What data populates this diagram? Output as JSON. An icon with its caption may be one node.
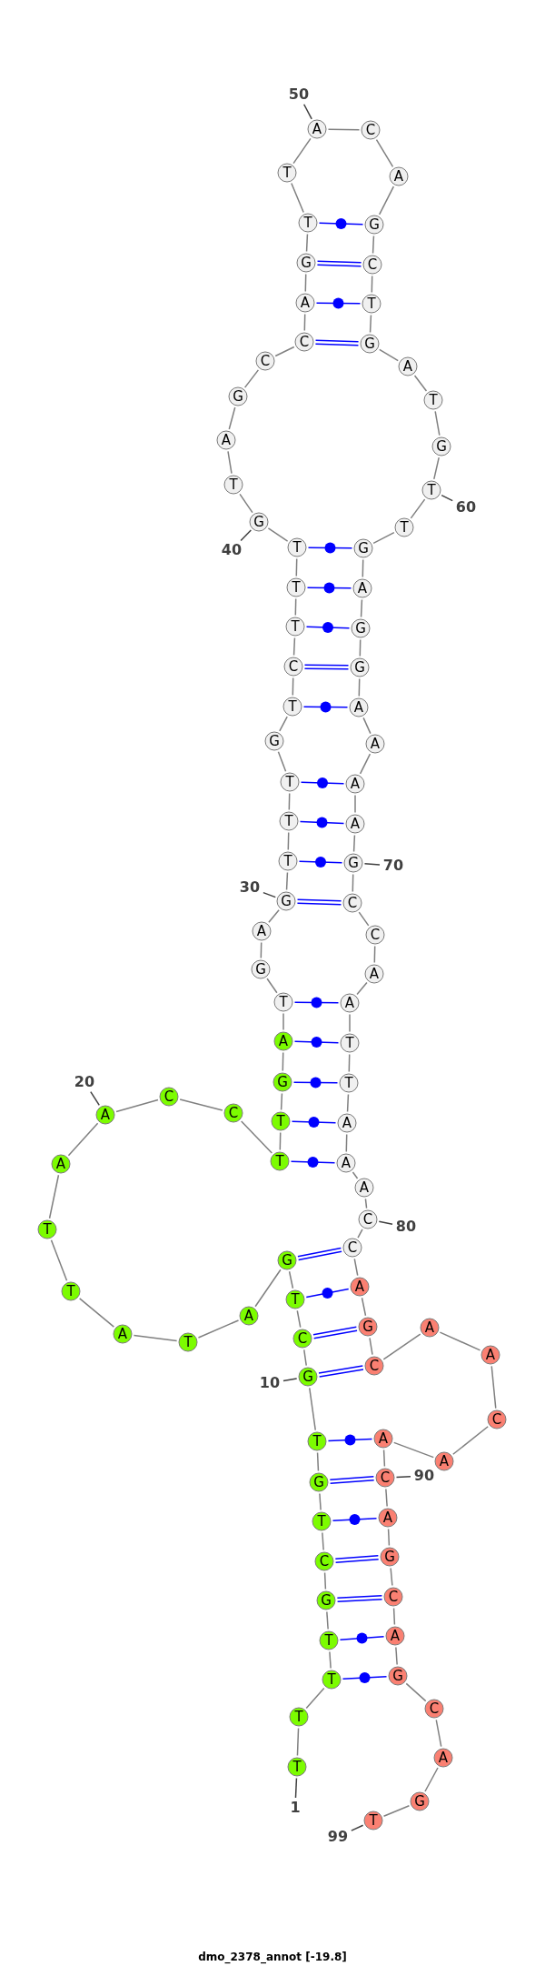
{
  "diagram": {
    "title": "dmo_2378_annot [-19.8]",
    "nodes": [
      {
        "text": [
          "T"
        ]
      },
      {
        "text": [
          "T"
        ]
      },
      {
        "text": [
          "T"
        ]
      },
      {
        "text": [
          "T"
        ]
      },
      {
        "text": [
          "G"
        ]
      },
      {
        "text": [
          "C"
        ]
      },
      {
        "text": [
          "T"
        ]
      },
      {
        "text": [
          "G"
        ]
      },
      {
        "text": [
          "T"
        ]
      },
      {
        "text": [
          "G"
        ]
      },
      {
        "text": [
          "C"
        ]
      },
      {
        "text": [
          "T"
        ]
      },
      {
        "text": [
          "G"
        ]
      },
      {
        "text": [
          "A"
        ]
      },
      {
        "text": [
          "T"
        ]
      },
      {
        "text": [
          "A"
        ]
      },
      {
        "text": [
          "T"
        ]
      },
      {
        "text": [
          "T"
        ]
      },
      {
        "text": [
          "A"
        ]
      },
      {
        "text": [
          "A"
        ]
      },
      {
        "text": [
          "C"
        ]
      },
      {
        "text": [
          "C"
        ]
      },
      {
        "text": [
          "T"
        ]
      },
      {
        "text": [
          "T"
        ]
      },
      {
        "text": [
          "G"
        ]
      },
      {
        "text": [
          "A"
        ]
      },
      {
        "text": [
          "T"
        ]
      },
      {
        "text": [
          "G"
        ]
      },
      {
        "text": [
          "A"
        ]
      },
      {
        "text": [
          "G"
        ]
      },
      {
        "text": [
          "T"
        ]
      },
      {
        "text": [
          "T"
        ]
      },
      {
        "text": [
          "T"
        ]
      },
      {
        "text": [
          "G"
        ]
      },
      {
        "text": [
          "T"
        ]
      },
      {
        "text": [
          "C"
        ]
      },
      {
        "text": [
          "T"
        ]
      },
      {
        "text": [
          "T"
        ]
      },
      {
        "text": [
          "T"
        ]
      },
      {
        "text": [
          "G"
        ]
      },
      {
        "text": [
          "T"
        ]
      },
      {
        "text": [
          "A"
        ]
      },
      {
        "text": [
          "G"
        ]
      },
      {
        "text": [
          "C"
        ]
      },
      {
        "text": [
          "C"
        ]
      },
      {
        "text": [
          "A"
        ]
      },
      {
        "text": [
          "G"
        ]
      },
      {
        "text": [
          "T"
        ]
      },
      {
        "text": [
          "T"
        ]
      },
      {
        "text": [
          "A"
        ]
      },
      {
        "text": [
          "C"
        ]
      },
      {
        "text": [
          "A"
        ]
      },
      {
        "text": [
          "G"
        ]
      },
      {
        "text": [
          "C"
        ]
      },
      {
        "text": [
          "T"
        ]
      },
      {
        "text": [
          "G"
        ]
      },
      {
        "text": [
          "A"
        ]
      },
      {
        "text": [
          "T"
        ]
      },
      {
        "text": [
          "G"
        ]
      },
      {
        "text": [
          "T"
        ]
      },
      {
        "text": [
          "T"
        ]
      },
      {
        "text": [
          "G"
        ]
      },
      {
        "text": [
          "A"
        ]
      },
      {
        "text": [
          "G"
        ]
      },
      {
        "text": [
          "G"
        ]
      },
      {
        "text": [
          "A"
        ]
      },
      {
        "text": [
          "A"
        ]
      },
      {
        "text": [
          "A"
        ]
      },
      {
        "text": [
          "A"
        ]
      },
      {
        "text": [
          "G"
        ]
      },
      {
        "text": [
          "C"
        ]
      },
      {
        "text": [
          "C"
        ]
      },
      {
        "text": [
          "A"
        ]
      },
      {
        "text": [
          "A"
        ]
      },
      {
        "text": [
          "T"
        ]
      },
      {
        "text": [
          "T"
        ]
      },
      {
        "text": [
          "A"
        ]
      },
      {
        "text": [
          "A"
        ]
      },
      {
        "text": [
          "A"
        ]
      },
      {
        "text": [
          "C"
        ]
      },
      {
        "text": [
          "C"
        ]
      },
      {
        "text": [
          "A"
        ]
      },
      {
        "text": [
          "G"
        ]
      },
      {
        "text": [
          "C"
        ]
      },
      {
        "text": [
          "A"
        ]
      },
      {
        "text": [
          "A"
        ]
      },
      {
        "text": [
          "C"
        ]
      },
      {
        "text": [
          "A"
        ]
      },
      {
        "text": [
          "A"
        ]
      },
      {
        "text": [
          "C"
        ]
      },
      {
        "text": [
          "A"
        ]
      },
      {
        "text": [
          "G"
        ]
      },
      {
        "text": [
          "C"
        ]
      },
      {
        "text": [
          "A"
        ]
      },
      {
        "text": [
          "G"
        ]
      },
      {
        "text": [
          "C"
        ]
      },
      {
        "text": [
          "A"
        ]
      },
      {
        "text": [
          "G"
        ]
      },
      {
        "text": [
          "T"
        ]
      },
      {
        "text": [
          "1"
        ]
      },
      {
        "text": [
          "10"
        ]
      },
      {
        "text": [
          "20"
        ]
      },
      {
        "text": [
          "30"
        ]
      },
      {
        "text": [
          "40"
        ]
      },
      {
        "text": [
          "50"
        ]
      },
      {
        "text": [
          "60"
        ]
      },
      {
        "text": [
          "70"
        ]
      },
      {
        "text": [
          "80"
        ]
      },
      {
        "text": [
          "90"
        ]
      },
      {
        "text": [
          "99"
        ]
      }
    ],
    "edges": [
      {
        "from": 0,
        "to": 1,
        "arrow": "none"
      },
      {
        "from": 1,
        "to": 2,
        "arrow": "none"
      },
      {
        "from": 2,
        "to": 3,
        "arrow": "none"
      },
      {
        "from": 3,
        "to": 4,
        "arrow": "none"
      },
      {
        "from": 4,
        "to": 5,
        "arrow": "none"
      },
      {
        "from": 5,
        "to": 6,
        "arrow": "none"
      },
      {
        "from": 6,
        "to": 7,
        "arrow": "none"
      },
      {
        "from": 7,
        "to": 8,
        "arrow": "none"
      },
      {
        "from": 8,
        "to": 9,
        "arrow": "none"
      },
      {
        "from": 9,
        "to": 10,
        "arrow": "none"
      },
      {
        "from": 10,
        "to": 11,
        "arrow": "none"
      },
      {
        "from": 11,
        "to": 12,
        "arrow": "none"
      },
      {
        "from": 12,
        "to": 13,
        "arrow": "none"
      },
      {
        "from": 13,
        "to": 14,
        "arrow": "none"
      },
      {
        "from": 14,
        "to": 15,
        "arrow": "none"
      },
      {
        "from": 15,
        "to": 16,
        "arrow": "none"
      },
      {
        "from": 16,
        "to": 17,
        "arrow": "none"
      },
      {
        "from": 17,
        "to": 18,
        "arrow": "none"
      },
      {
        "from": 18,
        "to": 19,
        "arrow": "none"
      },
      {
        "from": 19,
        "to": 20,
        "arrow": "none"
      },
      {
        "from": 20,
        "to": 21,
        "arrow": "none"
      },
      {
        "from": 21,
        "to": 22,
        "arrow": "none"
      },
      {
        "from": 22,
        "to": 23,
        "arrow": "none"
      },
      {
        "from": 23,
        "to": 24,
        "arrow": "none"
      },
      {
        "from": 24,
        "to": 25,
        "arrow": "none"
      },
      {
        "from": 25,
        "to": 26,
        "arrow": "none"
      },
      {
        "from": 26,
        "to": 27,
        "arrow": "none"
      },
      {
        "from": 27,
        "to": 28,
        "arrow": "none"
      },
      {
        "from": 28,
        "to": 29,
        "arrow": "none"
      },
      {
        "from": 29,
        "to": 30,
        "arrow": "none"
      },
      {
        "from": 30,
        "to": 31,
        "arrow": "none"
      },
      {
        "from": 31,
        "to": 32,
        "arrow": "none"
      },
      {
        "from": 32,
        "to": 33,
        "arrow": "none"
      },
      {
        "from": 33,
        "to": 34,
        "arrow": "none"
      },
      {
        "from": 34,
        "to": 35,
        "arrow": "none"
      },
      {
        "from": 35,
        "to": 36,
        "arrow": "none"
      },
      {
        "from": 36,
        "to": 37,
        "arrow": "none"
      },
      {
        "from": 37,
        "to": 38,
        "arrow": "none"
      },
      {
        "from": 38,
        "to": 39,
        "arrow": "none"
      },
      {
        "from": 39,
        "to": 40,
        "arrow": "none"
      },
      {
        "from": 40,
        "to": 41,
        "arrow": "none"
      },
      {
        "from": 41,
        "to": 42,
        "arrow": "none"
      },
      {
        "from": 42,
        "to": 43,
        "arrow": "none"
      },
      {
        "from": 43,
        "to": 44,
        "arrow": "none"
      },
      {
        "from": 44,
        "to": 45,
        "arrow": "none"
      },
      {
        "from": 45,
        "to": 46,
        "arrow": "none"
      },
      {
        "from": 46,
        "to": 47,
        "arrow": "none"
      },
      {
        "from": 47,
        "to": 48,
        "arrow": "none"
      },
      {
        "from": 48,
        "to": 49,
        "arrow": "none"
      },
      {
        "from": 49,
        "to": 50,
        "arrow": "none"
      },
      {
        "from": 50,
        "to": 51,
        "arrow": "none"
      },
      {
        "from": 51,
        "to": 52,
        "arrow": "none"
      },
      {
        "from": 52,
        "to": 53,
        "arrow": "none"
      },
      {
        "from": 53,
        "to": 54,
        "arrow": "none"
      },
      {
        "from": 54,
        "to": 55,
        "arrow": "none"
      },
      {
        "from": 55,
        "to": 56,
        "arrow": "none"
      },
      {
        "from": 56,
        "to": 57,
        "arrow": "none"
      },
      {
        "from": 57,
        "to": 58,
        "arrow": "none"
      },
      {
        "from": 58,
        "to": 59,
        "arrow": "none"
      },
      {
        "from": 59,
        "to": 60,
        "arrow": "none"
      },
      {
        "from": 60,
        "to": 61,
        "arrow": "none"
      },
      {
        "from": 61,
        "to": 62,
        "arrow": "none"
      },
      {
        "from": 62,
        "to": 63,
        "arrow": "none"
      },
      {
        "from": 63,
        "to": 64,
        "arrow": "none"
      },
      {
        "from": 64,
        "to": 65,
        "arrow": "none"
      },
      {
        "from": 65,
        "to": 66,
        "arrow": "none"
      },
      {
        "from": 66,
        "to": 67,
        "arrow": "none"
      },
      {
        "from": 67,
        "to": 68,
        "arrow": "none"
      },
      {
        "from": 68,
        "to": 69,
        "arrow": "none"
      },
      {
        "from": 69,
        "to": 70,
        "arrow": "none"
      },
      {
        "from": 70,
        "to": 71,
        "arrow": "none"
      },
      {
        "from": 71,
        "to": 72,
        "arrow": "none"
      },
      {
        "from": 72,
        "to": 73,
        "arrow": "none"
      },
      {
        "from": 73,
        "to": 74,
        "arrow": "none"
      },
      {
        "from": 74,
        "to": 75,
        "arrow": "none"
      },
      {
        "from": 75,
        "to": 76,
        "arrow": "none"
      },
      {
        "from": 76,
        "to": 77,
        "arrow": "none"
      },
      {
        "from": 77,
        "to": 78,
        "arrow": "none"
      },
      {
        "from": 78,
        "to": 79,
        "arrow": "none"
      },
      {
        "from": 79,
        "to": 80,
        "arrow": "none"
      },
      {
        "from": 80,
        "to": 81,
        "arrow": "none"
      },
      {
        "from": 81,
        "to": 82,
        "arrow": "none"
      },
      {
        "from": 82,
        "to": 83,
        "arrow": "none"
      },
      {
        "from": 83,
        "to": 84,
        "arrow": "none"
      },
      {
        "from": 84,
        "to": 85,
        "arrow": "none"
      },
      {
        "from": 85,
        "to": 86,
        "arrow": "none"
      },
      {
        "from": 86,
        "to": 87,
        "arrow": "none"
      },
      {
        "from": 87,
        "to": 88,
        "arrow": "none"
      },
      {
        "from": 88,
        "to": 89,
        "arrow": "none"
      },
      {
        "from": 89,
        "to": 90,
        "arrow": "none"
      },
      {
        "from": 90,
        "to": 91,
        "arrow": "none"
      },
      {
        "from": 91,
        "to": 92,
        "arrow": "none"
      },
      {
        "from": 92,
        "to": 93,
        "arrow": "none"
      },
      {
        "from": 93,
        "to": 94,
        "arrow": "none"
      },
      {
        "from": 94,
        "to": 95,
        "arrow": "none"
      },
      {
        "from": 95,
        "to": 96,
        "arrow": "none"
      },
      {
        "from": 96,
        "to": 97,
        "arrow": "none"
      },
      {
        "from": 97,
        "to": 98,
        "arrow": "none"
      },
      {
        "from": 47,
        "to": 52,
        "arrow": "none",
        "color": "#0000ff"
      },
      {
        "from": 46,
        "to": 53,
        "arrow": "none",
        "color": "#0000ff"
      },
      {
        "from": 45,
        "to": 54,
        "arrow": "none",
        "color": "#0000ff"
      },
      {
        "from": 44,
        "to": 55,
        "arrow": "none",
        "color": "#0000ff"
      },
      {
        "from": 38,
        "to": 61,
        "arrow": "none",
        "color": "#0000ff"
      },
      {
        "from": 37,
        "to": 62,
        "arrow": "none",
        "color": "#0000ff"
      },
      {
        "from": 36,
        "to": 63,
        "arrow": "none",
        "color": "#0000ff"
      },
      {
        "from": 35,
        "to": 64,
        "arrow": "none",
        "color": "#0000ff"
      },
      {
        "from": 34,
        "to": 65,
        "arrow": "none",
        "color": "#0000ff"
      },
      {
        "from": 32,
        "to": 67,
        "arrow": "none",
        "color": "#0000ff"
      },
      {
        "from": 31,
        "to": 68,
        "arrow": "none",
        "color": "#0000ff"
      },
      {
        "from": 30,
        "to": 69,
        "arrow": "none",
        "color": "#0000ff"
      },
      {
        "from": 29,
        "to": 70,
        "arrow": "none",
        "color": "#0000ff"
      },
      {
        "from": 26,
        "to": 73,
        "arrow": "none",
        "color": "#0000ff"
      },
      {
        "from": 25,
        "to": 74,
        "arrow": "none",
        "color": "#0000ff"
      },
      {
        "from": 24,
        "to": 75,
        "arrow": "none",
        "color": "#0000ff"
      },
      {
        "from": 23,
        "to": 76,
        "arrow": "none",
        "color": "#0000ff"
      },
      {
        "from": 22,
        "to": 77,
        "arrow": "none",
        "color": "#0000ff"
      },
      {
        "from": 12,
        "to": 80,
        "arrow": "none",
        "color": "#0000ff"
      },
      {
        "from": 11,
        "to": 81,
        "arrow": "none",
        "color": "#0000ff"
      },
      {
        "from": 10,
        "to": 82,
        "arrow": "none",
        "color": "#0000ff"
      },
      {
        "from": 9,
        "to": 83,
        "arrow": "none",
        "color": "#0000ff"
      },
      {
        "from": 8,
        "to": 88,
        "arrow": "none",
        "color": "#0000ff"
      },
      {
        "from": 7,
        "to": 89,
        "arrow": "none",
        "color": "#0000ff"
      },
      {
        "from": 6,
        "to": 90,
        "arrow": "none",
        "color": "#0000ff"
      },
      {
        "from": 5,
        "to": 91,
        "arrow": "none",
        "color": "#0000ff"
      },
      {
        "from": 4,
        "to": 92,
        "arrow": "none",
        "color": "#0000ff"
      },
      {
        "from": 3,
        "to": 93,
        "arrow": "none",
        "color": "#0000ff"
      },
      {
        "from": 2,
        "to": 94,
        "arrow": "none",
        "color": "#0000ff"
      },
      {
        "from": 99,
        "to": 0,
        "arrow": "none",
        "color": "#404040"
      },
      {
        "from": 100,
        "to": 9,
        "arrow": "none",
        "color": "#404040"
      },
      {
        "from": 101,
        "to": 19,
        "arrow": "none",
        "color": "#404040"
      },
      {
        "from": 102,
        "to": 29,
        "arrow": "none",
        "color": "#404040"
      },
      {
        "from": 103,
        "to": 39,
        "arrow": "none",
        "color": "#404040"
      },
      {
        "from": 104,
        "to": 49,
        "arrow": "none",
        "color": "#404040"
      },
      {
        "from": 105,
        "to": 59,
        "arrow": "none",
        "color": "#404040"
      },
      {
        "from": 106,
        "to": 69,
        "arrow": "none",
        "color": "#404040"
      },
      {
        "from": 107,
        "to": 79,
        "arrow": "none",
        "color": "#404040"
      },
      {
        "from": 108,
        "to": 89,
        "arrow": "none",
        "color": "#404040"
      },
      {
        "from": 109,
        "to": 98,
        "arrow": "none",
        "color": "#404040"
      }
    ]
  }
}
